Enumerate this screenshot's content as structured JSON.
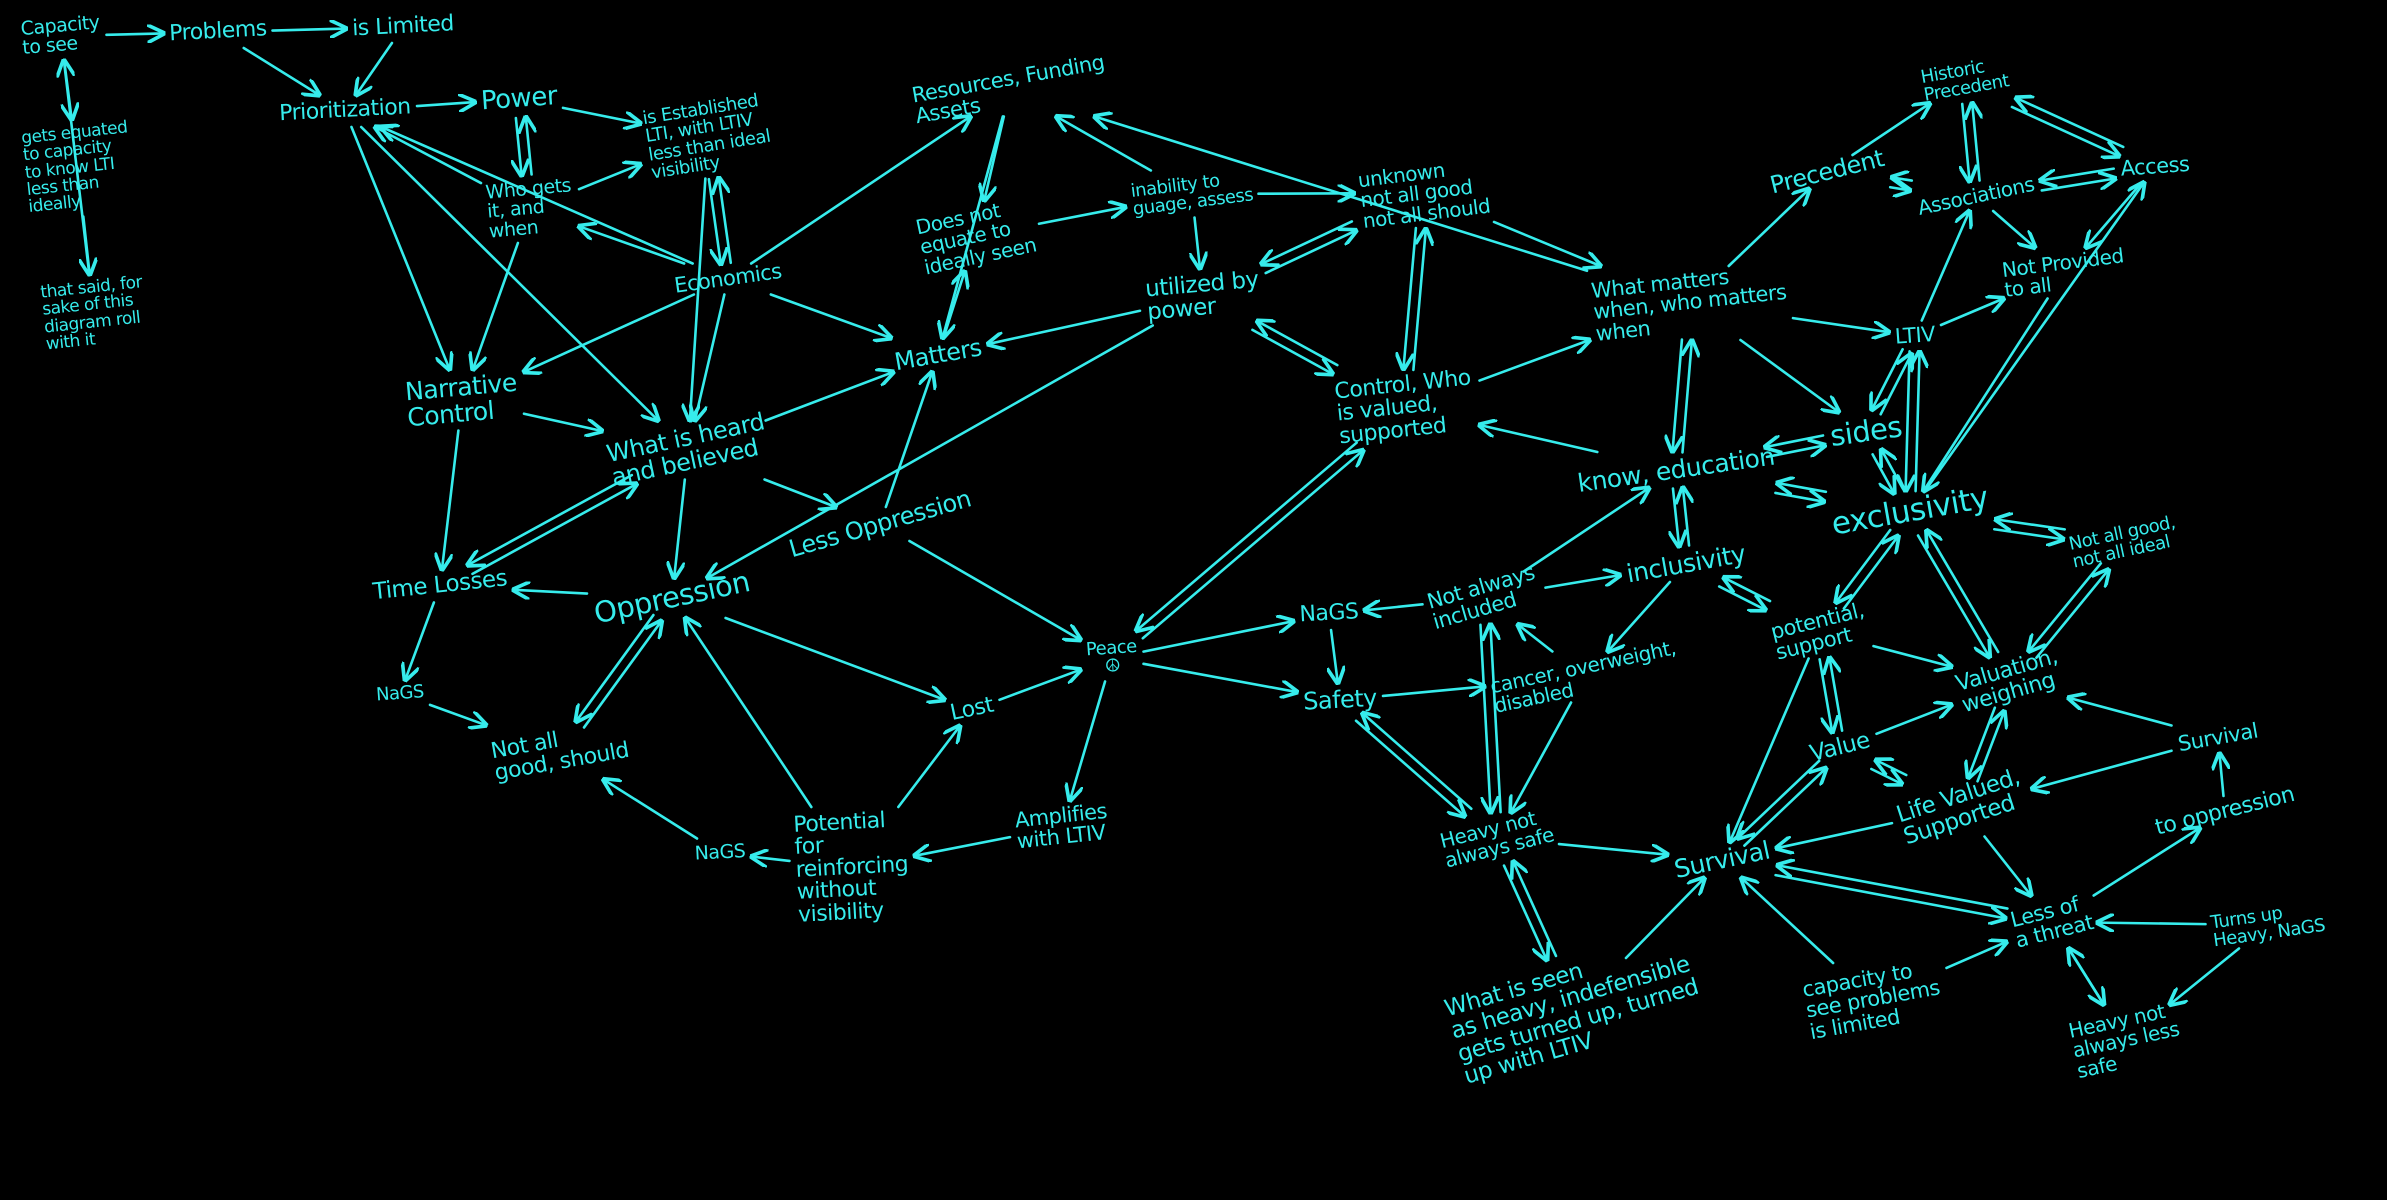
{
  "colors": {
    "background": "#000000",
    "ink": "#36ecec"
  },
  "nodes": [
    {
      "id": "capacity",
      "label": "Capacity\nto see"
    },
    {
      "id": "problems",
      "label": "Problems"
    },
    {
      "id": "islimited",
      "label": "is Limited"
    },
    {
      "id": "equated",
      "label": "gets equated\nto capacity\nto know LTI\nless than\nideally"
    },
    {
      "id": "thatsaid",
      "label": "that said, for\nsake of this\ndiagram roll\nwith it"
    },
    {
      "id": "prior",
      "label": "Prioritization"
    },
    {
      "id": "power",
      "label": "Power"
    },
    {
      "id": "whogets",
      "label": "Who gets\nit, and\nwhen"
    },
    {
      "id": "established",
      "label": "is Established\nLTI, with LTIV\nless than ideal\nvisibility"
    },
    {
      "id": "economics",
      "label": "Economics"
    },
    {
      "id": "narrative",
      "label": "Narrative\nControl"
    },
    {
      "id": "heard",
      "label": "What is heard\nand believed"
    },
    {
      "id": "timelosses",
      "label": "Time Losses"
    },
    {
      "id": "oppression",
      "label": "Oppression"
    },
    {
      "id": "nags1",
      "label": "NaGS"
    },
    {
      "id": "notallgood",
      "label": "Not all\ngood, should"
    },
    {
      "id": "potential",
      "label": "Potential\nfor\nreinforcing\nwithout\nvisibility"
    },
    {
      "id": "nags2",
      "label": "NaGS"
    },
    {
      "id": "lost",
      "label": "Lost"
    },
    {
      "id": "lessopp",
      "label": "Less Oppression"
    },
    {
      "id": "matters",
      "label": "Matters"
    },
    {
      "id": "doesnot",
      "label": "Does not\nequate to\nideally seen"
    },
    {
      "id": "resources",
      "label": "Resources, Funding\nAssets"
    },
    {
      "id": "inability",
      "label": "inability to\nguage, assess"
    },
    {
      "id": "utilized",
      "label": "utilized by\npower"
    },
    {
      "id": "unknown",
      "label": "unknown\nnot all good\nnot all should"
    },
    {
      "id": "control",
      "label": "Control, Who\nis valued,\nsupported"
    },
    {
      "id": "peace",
      "label": "Peace\n☮"
    },
    {
      "id": "amplifies",
      "label": "Amplifies\nwith LTIV"
    },
    {
      "id": "nags3",
      "label": "NaGS"
    },
    {
      "id": "safety",
      "label": "Safety"
    },
    {
      "id": "notalways",
      "label": "Not always\nincluded"
    },
    {
      "id": "cancer",
      "label": "cancer, overweight,\ndisabled"
    },
    {
      "id": "heavy",
      "label": "Heavy not\nalways safe"
    },
    {
      "id": "whatseen",
      "label": "What is seen\nas heavy, indefensible\ngets turned up, turned\nup with LTIV"
    },
    {
      "id": "survival",
      "label": "Survival"
    },
    {
      "id": "whatmatters",
      "label": "What matters\nwhen, who matters\nwhen"
    },
    {
      "id": "know",
      "label": "know, education"
    },
    {
      "id": "inclusivity",
      "label": "inclusivity"
    },
    {
      "id": "sides",
      "label": "sides"
    },
    {
      "id": "exclusivity",
      "label": "exclusivity"
    },
    {
      "id": "precedent",
      "label": "Precedent"
    },
    {
      "id": "historic",
      "label": "Historic\nPrecedent"
    },
    {
      "id": "associations",
      "label": "Associations"
    },
    {
      "id": "access",
      "label": "Access"
    },
    {
      "id": "notprovided",
      "label": "Not Provided\nto all"
    },
    {
      "id": "ltiv",
      "label": "LTIV"
    },
    {
      "id": "notallideal",
      "label": "Not all good,\nnot all ideal"
    },
    {
      "id": "potsupport",
      "label": "potential,\nsupport"
    },
    {
      "id": "valuation",
      "label": "Valuation,\nweighing"
    },
    {
      "id": "value",
      "label": "Value"
    },
    {
      "id": "lifevalued",
      "label": "Life Valued,\nSupported"
    },
    {
      "id": "survival2",
      "label": "Survival"
    },
    {
      "id": "tooppression",
      "label": "to oppression"
    },
    {
      "id": "lessthreat",
      "label": "Less of\na threat"
    },
    {
      "id": "turnsup",
      "label": "Turns up\nHeavy, NaGS"
    },
    {
      "id": "capsee",
      "label": "capacity to\nsee problems\nis limited"
    },
    {
      "id": "heavyless",
      "label": "Heavy not\nalways less\nsafe"
    }
  ],
  "edges": [
    [
      "capacity",
      "problems"
    ],
    [
      "problems",
      "islimited"
    ],
    [
      "problems",
      "prior"
    ],
    [
      "islimited",
      "prior"
    ],
    [
      "capacity",
      "equated"
    ],
    [
      "equated",
      "thatsaid"
    ],
    [
      "thatsaid",
      "capacity"
    ],
    [
      "prior",
      "power"
    ],
    [
      "power",
      "whogets",
      "bi"
    ],
    [
      "power",
      "established"
    ],
    [
      "whogets",
      "established"
    ],
    [
      "whogets",
      "prior"
    ],
    [
      "economics",
      "whogets"
    ],
    [
      "economics",
      "prior"
    ],
    [
      "economics",
      "established",
      "bi"
    ],
    [
      "economics",
      "narrative"
    ],
    [
      "economics",
      "heard"
    ],
    [
      "economics",
      "resources"
    ],
    [
      "economics",
      "matters"
    ],
    [
      "prior",
      "narrative"
    ],
    [
      "prior",
      "heard"
    ],
    [
      "whogets",
      "narrative"
    ],
    [
      "narrative",
      "heard"
    ],
    [
      "heard",
      "timelosses",
      "bi"
    ],
    [
      "narrative",
      "timelosses"
    ],
    [
      "heard",
      "oppression"
    ],
    [
      "oppression",
      "timelosses"
    ],
    [
      "timelosses",
      "nags1"
    ],
    [
      "nags1",
      "notallgood"
    ],
    [
      "oppression",
      "notallgood",
      "bi"
    ],
    [
      "potential",
      "oppression"
    ],
    [
      "potential",
      "lost"
    ],
    [
      "potential",
      "nags2"
    ],
    [
      "nags2",
      "notallgood"
    ],
    [
      "amplifies",
      "potential"
    ],
    [
      "peace",
      "amplifies"
    ],
    [
      "lost",
      "peace"
    ],
    [
      "oppression",
      "lost"
    ],
    [
      "heard",
      "matters"
    ],
    [
      "heard",
      "lessopp"
    ],
    [
      "lessopp",
      "matters"
    ],
    [
      "lessopp",
      "peace"
    ],
    [
      "matters",
      "doesnot"
    ],
    [
      "resources",
      "doesnot"
    ],
    [
      "resources",
      "matters"
    ],
    [
      "established",
      "heard"
    ],
    [
      "doesnot",
      "inability"
    ],
    [
      "inability",
      "resources"
    ],
    [
      "inability",
      "utilized"
    ],
    [
      "inability",
      "unknown"
    ],
    [
      "utilized",
      "matters"
    ],
    [
      "unknown",
      "utilized",
      "bi"
    ],
    [
      "utilized",
      "control",
      "bi"
    ],
    [
      "unknown",
      "control",
      "bi"
    ],
    [
      "unknown",
      "whatmatters"
    ],
    [
      "control",
      "whatmatters"
    ],
    [
      "utilized",
      "oppression"
    ],
    [
      "whatmatters",
      "resources"
    ],
    [
      "control",
      "peace",
      "bi"
    ],
    [
      "peace",
      "nags3"
    ],
    [
      "peace",
      "safety"
    ],
    [
      "nags3",
      "safety"
    ],
    [
      "notalways",
      "nags3"
    ],
    [
      "notalways",
      "inclusivity"
    ],
    [
      "cancer",
      "notalways"
    ],
    [
      "inclusivity",
      "cancer"
    ],
    [
      "safety",
      "cancer"
    ],
    [
      "safety",
      "heavy",
      "bi"
    ],
    [
      "notalways",
      "heavy",
      "bi"
    ],
    [
      "cancer",
      "heavy"
    ],
    [
      "heavy",
      "whatseen",
      "bi"
    ],
    [
      "heavy",
      "survival"
    ],
    [
      "whatseen",
      "survival"
    ],
    [
      "know",
      "control"
    ],
    [
      "notalways",
      "know"
    ],
    [
      "whatmatters",
      "know",
      "bi"
    ],
    [
      "know",
      "inclusivity",
      "bi"
    ],
    [
      "know",
      "sides",
      "bi"
    ],
    [
      "know",
      "exclusivity",
      "bi"
    ],
    [
      "whatmatters",
      "sides"
    ],
    [
      "whatmatters",
      "precedent"
    ],
    [
      "whatmatters",
      "ltiv"
    ],
    [
      "precedent",
      "historic"
    ],
    [
      "precedent",
      "associations",
      "bi"
    ],
    [
      "historic",
      "associations",
      "bi"
    ],
    [
      "historic",
      "access",
      "bi"
    ],
    [
      "associations",
      "access",
      "bi"
    ],
    [
      "associations",
      "notprovided"
    ],
    [
      "access",
      "notprovided"
    ],
    [
      "ltiv",
      "associations"
    ],
    [
      "ltiv",
      "notprovided"
    ],
    [
      "notprovided",
      "exclusivity"
    ],
    [
      "exclusivity",
      "access"
    ],
    [
      "ltiv",
      "sides",
      "bi"
    ],
    [
      "ltiv",
      "exclusivity",
      "bi"
    ],
    [
      "sides",
      "exclusivity",
      "bi"
    ],
    [
      "exclusivity",
      "notallideal",
      "bi"
    ],
    [
      "exclusivity",
      "potsupport",
      "bi"
    ],
    [
      "exclusivity",
      "valuation",
      "bi"
    ],
    [
      "notallideal",
      "valuation",
      "bi"
    ],
    [
      "inclusivity",
      "potsupport",
      "bi"
    ],
    [
      "potsupport",
      "survival"
    ],
    [
      "potsupport",
      "valuation"
    ],
    [
      "potsupport",
      "value",
      "bi"
    ],
    [
      "value",
      "valuation"
    ],
    [
      "value",
      "survival",
      "bi"
    ],
    [
      "value",
      "lifevalued",
      "bi"
    ],
    [
      "valuation",
      "lifevalued",
      "bi"
    ],
    [
      "survival2",
      "valuation"
    ],
    [
      "survival2",
      "lifevalued"
    ],
    [
      "lifevalued",
      "survival"
    ],
    [
      "lifevalued",
      "lessthreat"
    ],
    [
      "survival",
      "lessthreat",
      "bi"
    ],
    [
      "tooppression",
      "survival2"
    ],
    [
      "lessthreat",
      "tooppression"
    ],
    [
      "capsee",
      "survival"
    ],
    [
      "capsee",
      "lessthreat"
    ],
    [
      "lessthreat",
      "heavyless"
    ],
    [
      "heavyless",
      "lessthreat"
    ],
    [
      "turnsup",
      "lessthreat"
    ],
    [
      "turnsup",
      "heavyless"
    ]
  ]
}
